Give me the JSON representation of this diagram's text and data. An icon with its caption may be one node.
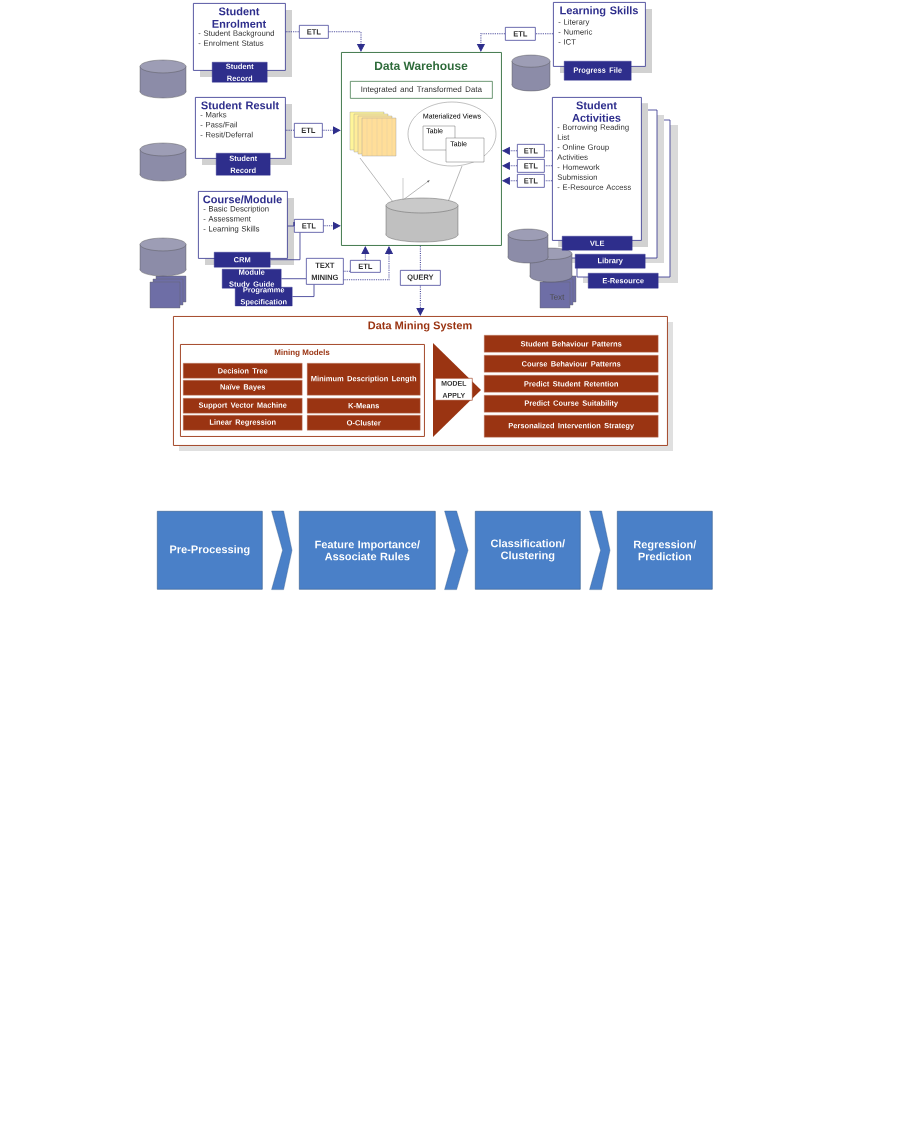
{
  "diagram": {
    "nodes": [
      {
        "text": [
          "Student Enrolment",
          "- Student Background",
          "- Enrolment Status"
        ]
      },
      {
        "text": [
          "Student Record"
        ]
      },
      {
        "text": [
          "ETL"
        ]
      },
      {
        "text": [
          "Learning Skills",
          "- Literary",
          "- Numeric",
          "- ICT"
        ]
      },
      {
        "text": [
          "Progress File"
        ]
      },
      {
        "text": [
          "ETL"
        ]
      },
      {
        "text": [
          "Data Warehouse"
        ]
      },
      {
        "text": [
          "Integrated and Transformed Data"
        ],
        "in": 6
      },
      {
        "text": [
          "Student Result",
          "- Marks",
          "- Pass/Fail",
          "- Resit/Deferral"
        ]
      },
      {
        "text": [
          "Student Record"
        ]
      },
      {
        "text": [
          "ETL"
        ]
      },
      {
        "text": [
          "Student Activities",
          "- Borrowing Reading List",
          "- Online Group Activities",
          "- Homework Submission",
          "- E-Resource Access"
        ]
      },
      {
        "text": [
          "ETL"
        ]
      },
      {
        "text": [
          "ETL"
        ]
      },
      {
        "text": [
          "ETL"
        ]
      },
      {
        "text": [
          "Course/Module",
          "- Basic Description",
          "- Assessment",
          "- Learning Skills"
        ]
      },
      {
        "text": [
          "CRM"
        ]
      },
      {
        "text": [
          "ETL"
        ]
      },
      {
        "text": [
          "Module Study Guide"
        ]
      },
      {
        "text": [
          "Programme Specification"
        ]
      },
      {
        "text": [
          "TEXT MINING"
        ]
      },
      {
        "text": [
          "ETL"
        ]
      },
      {
        "text": [
          "QUERY"
        ]
      },
      {
        "text": [
          "VLE"
        ]
      },
      {
        "text": [
          "Library"
        ]
      },
      {
        "text": [
          "E-Resource"
        ]
      },
      {
        "text": [
          "Data Mining System"
        ]
      },
      {
        "text": [
          "Mining Models"
        ],
        "in": 26
      },
      {
        "text": [
          "Decision Tree"
        ],
        "in": 27
      },
      {
        "text": [
          "Minimum Description Length"
        ],
        "in": 27
      },
      {
        "text": [
          "Naïve Bayes"
        ],
        "in": 27
      },
      {
        "text": [
          "Support Vector Machine"
        ],
        "in": 27
      },
      {
        "text": [
          "K-Means"
        ],
        "in": 27
      },
      {
        "text": [
          "Linear Regression"
        ],
        "in": 27
      },
      {
        "text": [
          "O-Cluster"
        ],
        "in": 27
      },
      {
        "text": [
          "MODEL APPLY"
        ],
        "in": 26
      },
      {
        "text": [
          "Student Behaviour Patterns"
        ],
        "in": 26
      },
      {
        "text": [
          "Course Behaviour Patterns"
        ],
        "in": 26
      },
      {
        "text": [
          "Predict Student Retention"
        ],
        "in": 26
      },
      {
        "text": [
          "Predict Course Suitability"
        ],
        "in": 26
      },
      {
        "text": [
          "Personalized Intervention Strategy"
        ],
        "in": 26
      },
      {
        "text": [
          "Pre-Processing"
        ]
      },
      {
        "text": [
          "Feature Importance/ Associate Rules"
        ]
      },
      {
        "text": [
          "Classification/ Clustering"
        ]
      },
      {
        "text": [
          "Regression/ Prediction"
        ]
      }
    ],
    "edges": [
      {
        "from": 0,
        "to": 2,
        "arrow": "none",
        "style": "dashed"
      },
      {
        "from": 2,
        "to": 6,
        "arrow": "to",
        "style": "dashed"
      },
      {
        "from": 3,
        "to": 5,
        "arrow": "none",
        "style": "dashed"
      },
      {
        "from": 5,
        "to": 6,
        "arrow": "to",
        "style": "dashed"
      },
      {
        "from": 8,
        "to": 10,
        "arrow": "none",
        "style": "dashed"
      },
      {
        "from": 10,
        "to": 6,
        "arrow": "to",
        "style": "dashed"
      },
      {
        "from": 11,
        "to": 12,
        "arrow": "none",
        "style": "dashed"
      },
      {
        "from": 11,
        "to": 13,
        "arrow": "none",
        "style": "dashed"
      },
      {
        "from": 11,
        "to": 14,
        "arrow": "none",
        "style": "dashed"
      },
      {
        "from": 12,
        "to": 6,
        "arrow": "to",
        "style": "dashed"
      },
      {
        "from": 13,
        "to": 6,
        "arrow": "to",
        "style": "dashed"
      },
      {
        "from": 14,
        "to": 6,
        "arrow": "to",
        "style": "dashed"
      },
      {
        "from": 15,
        "to": 17,
        "arrow": "none"
      },
      {
        "from": 16,
        "to": 17,
        "arrow": "none"
      },
      {
        "from": 17,
        "to": 6,
        "arrow": "to",
        "style": "dashed"
      },
      {
        "from": 18,
        "to": 20,
        "arrow": "none"
      },
      {
        "from": 19,
        "to": 20,
        "arrow": "none"
      },
      {
        "from": 20,
        "to": 21,
        "arrow": "none",
        "style": "dashed"
      },
      {
        "from": 21,
        "to": 6,
        "arrow": "to",
        "style": "dashed"
      },
      {
        "from": 20,
        "to": 6,
        "arrow": "to",
        "style": "dashed"
      },
      {
        "from": 6,
        "to": 22,
        "arrow": "none",
        "style": "dashed"
      },
      {
        "from": 22,
        "to": 26,
        "arrow": "to",
        "style": "dashed"
      },
      {
        "from": 41,
        "to": 42,
        "arrow": "to"
      },
      {
        "from": 42,
        "to": 43,
        "arrow": "to"
      },
      {
        "from": 43,
        "to": 44,
        "arrow": "to"
      }
    ],
    "labels": [
      "Materialized Views",
      "Table",
      "Table",
      "Text"
    ]
  }
}
